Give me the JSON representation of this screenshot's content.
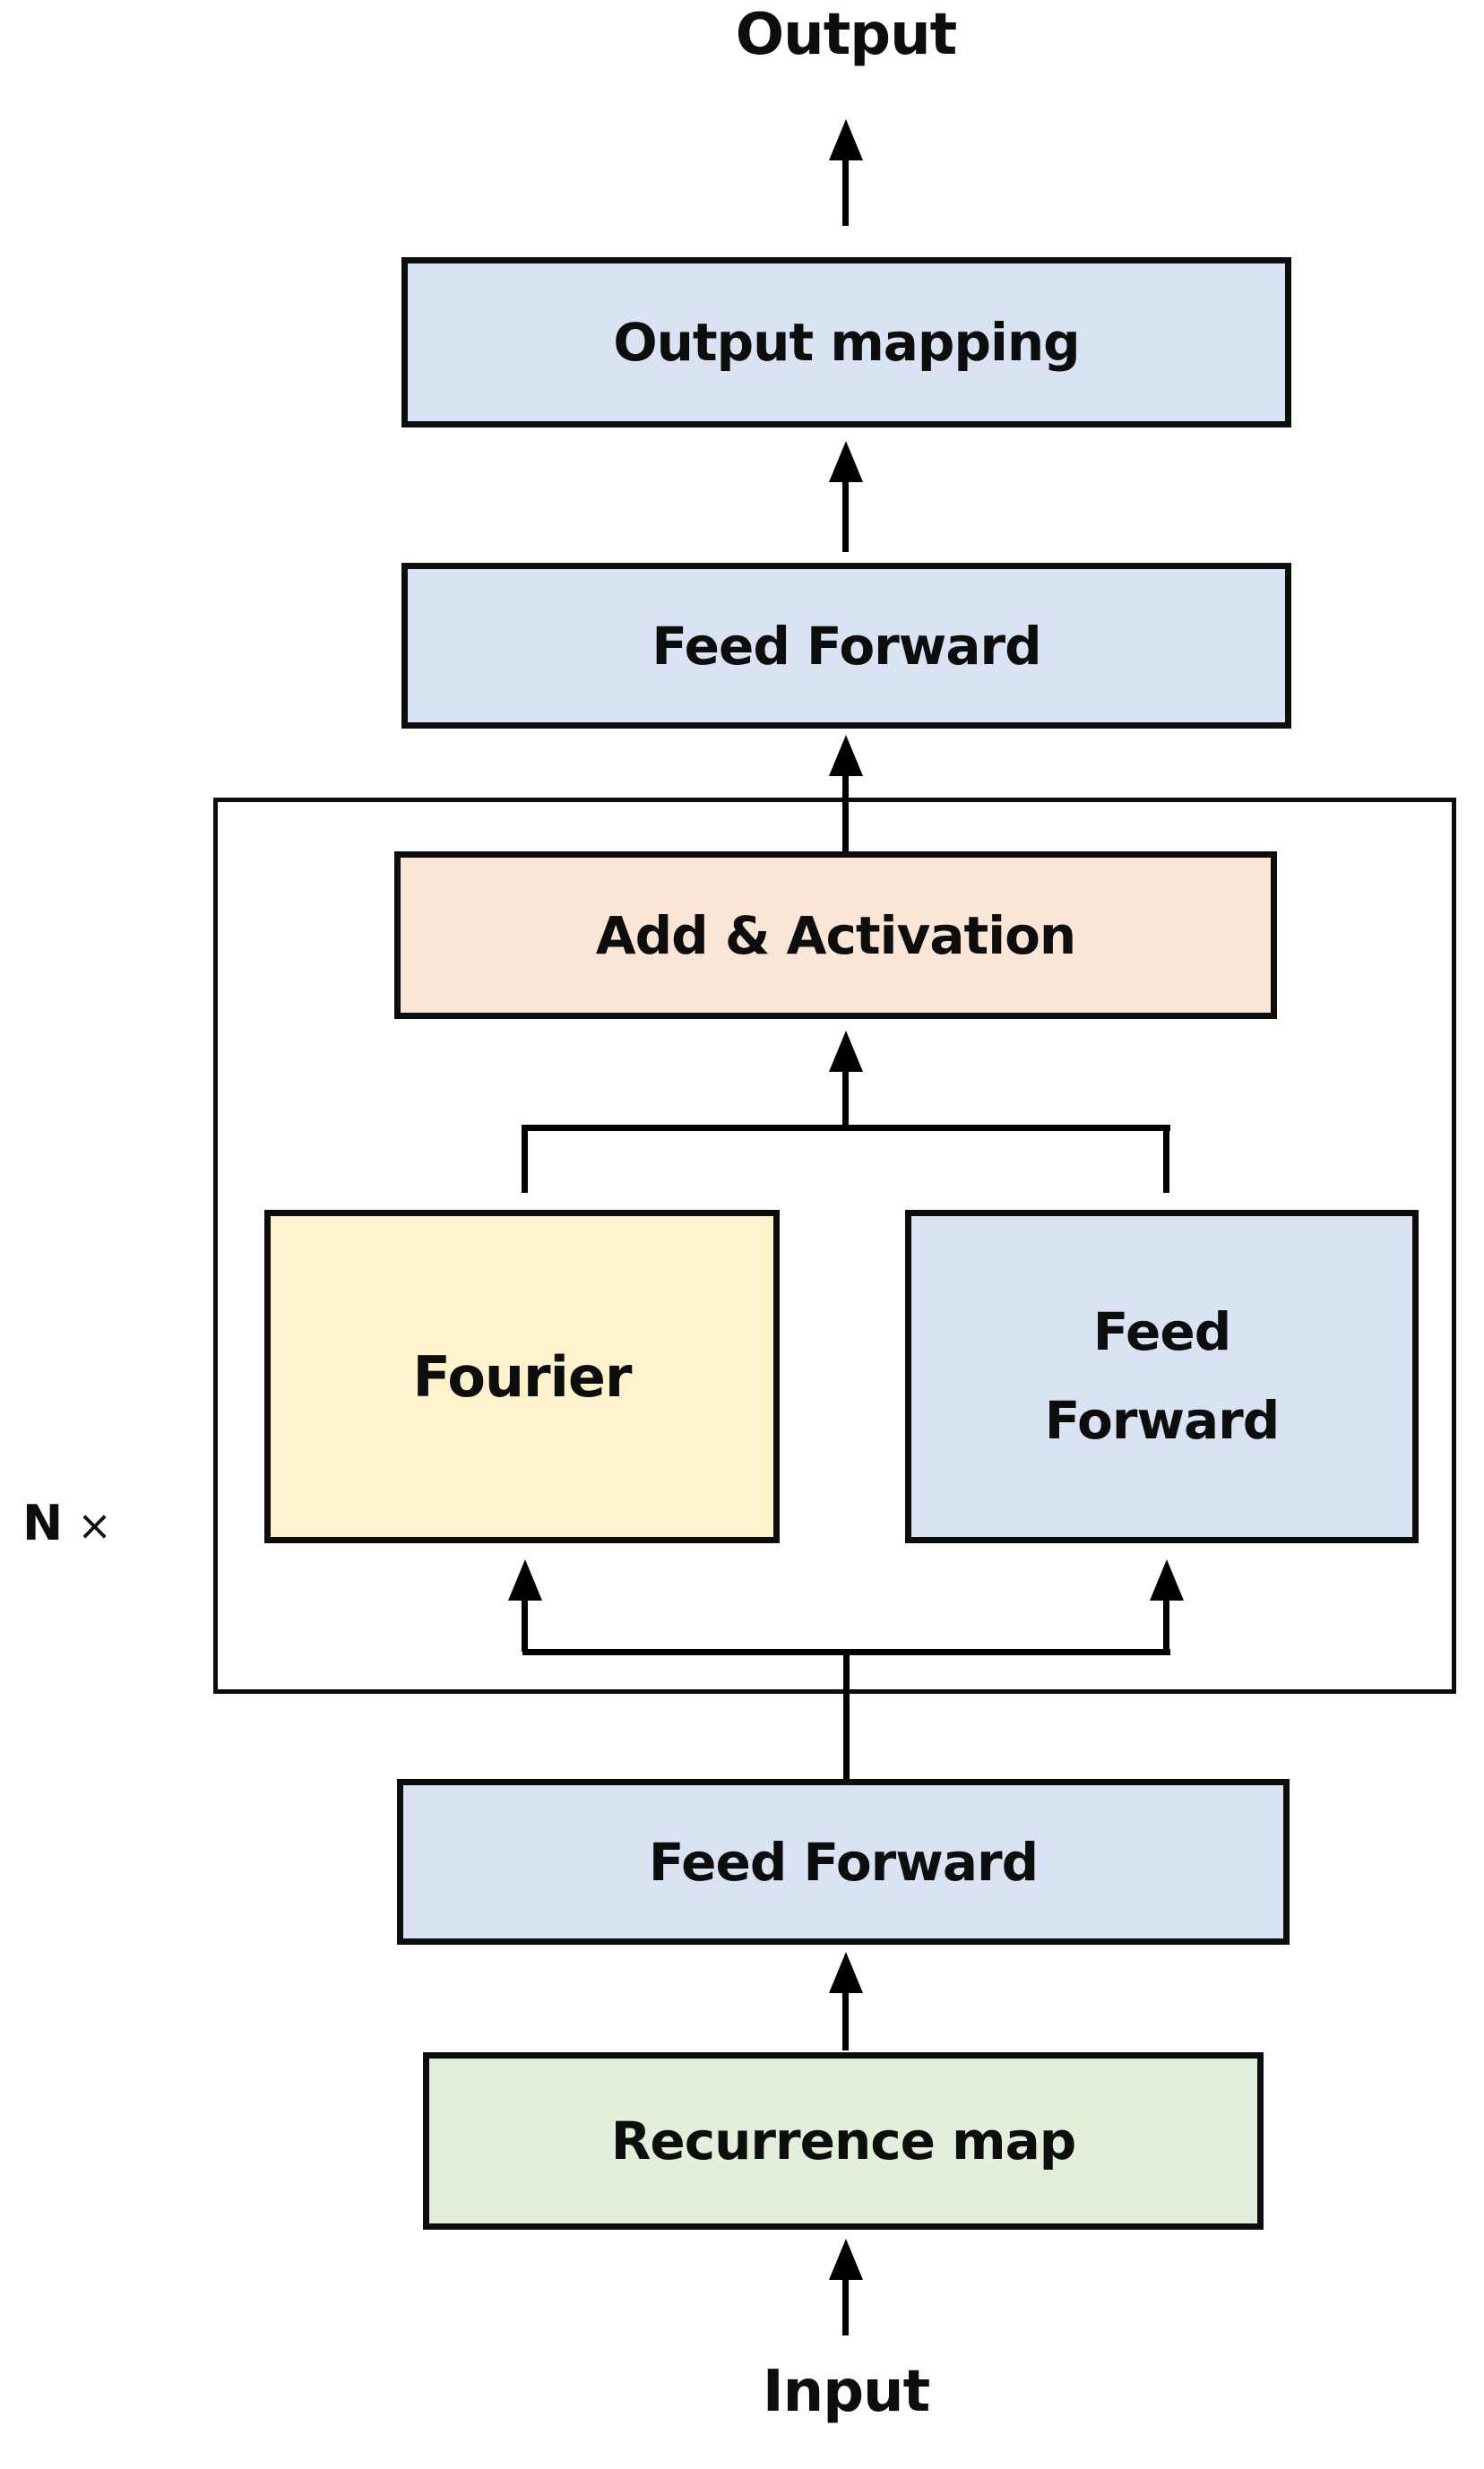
{
  "diagram": {
    "output_label": "Output",
    "input_label": "Input",
    "repeat": {
      "n": "N",
      "times": "×"
    },
    "nodes": {
      "output_mapping": {
        "label": "Output mapping"
      },
      "feed_forward_top": {
        "label": "Feed Forward"
      },
      "add_activation": {
        "label": "Add & Activation"
      },
      "fourier": {
        "label": "Fourier"
      },
      "feed_forward_branch": {
        "label_line1": "Feed",
        "label_line2": "Forward"
      },
      "feed_forward_bottom": {
        "label": "Feed Forward"
      },
      "recurrence_map": {
        "label": "Recurrence map"
      }
    },
    "colors": {
      "blue_fill": "#dae3f3",
      "yellow_fill": "#fff2cc",
      "peach_fill": "#fbe5d6",
      "green_fill": "#e2efda",
      "line": "#000000"
    }
  }
}
